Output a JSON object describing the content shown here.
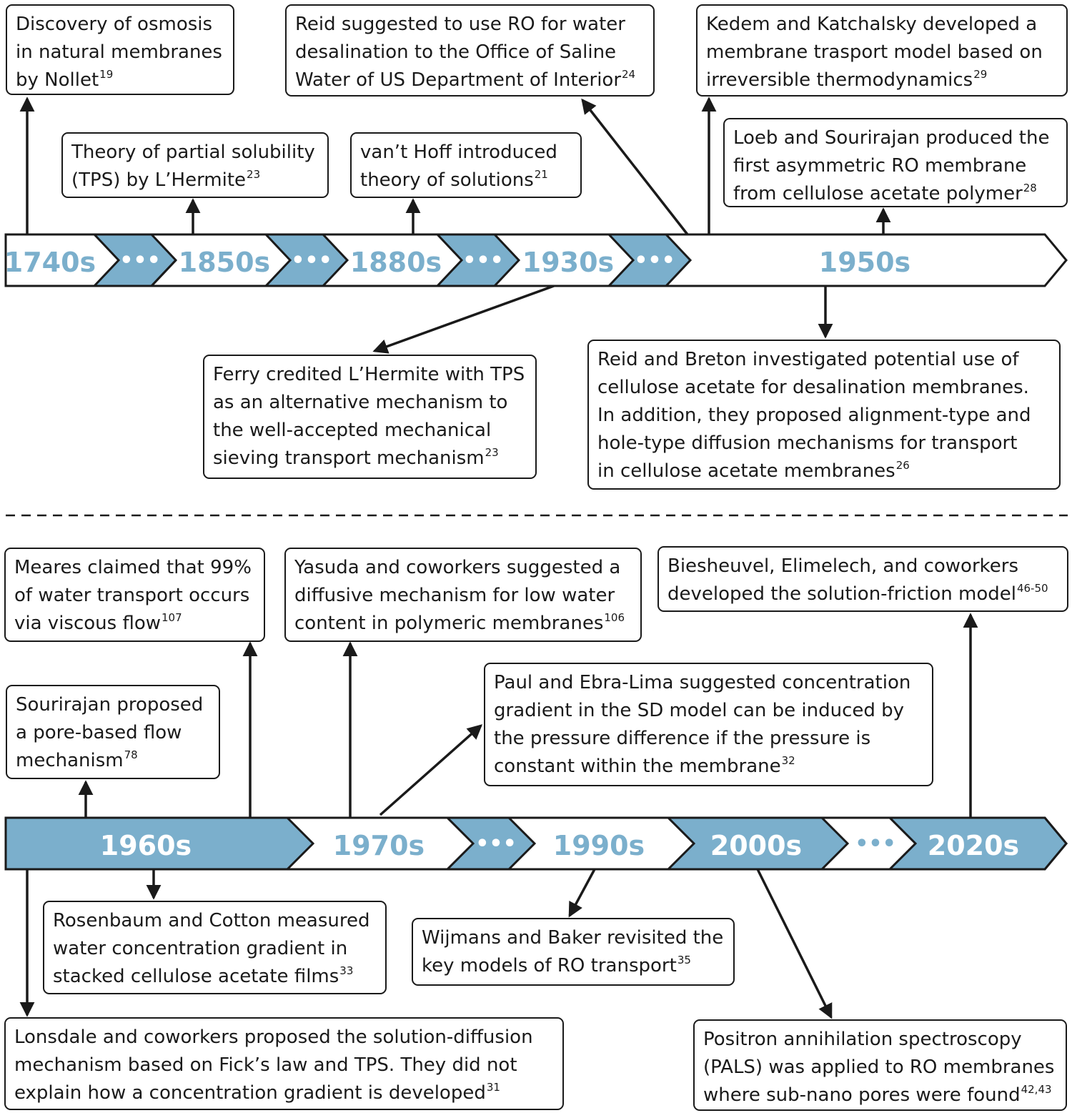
{
  "timeline_top": {
    "eras": [
      {
        "label": "1740s"
      },
      {
        "label": "1850s"
      },
      {
        "label": "1880s"
      },
      {
        "label": "1930s"
      },
      {
        "label": "1950s"
      }
    ],
    "gap_marker": "•••"
  },
  "timeline_bottom": {
    "eras": [
      {
        "label": "1960s"
      },
      {
        "label": "1970s"
      },
      {
        "label": "1990s"
      },
      {
        "label": "2000s"
      },
      {
        "label": "2020s"
      }
    ],
    "gap_marker": "•••"
  },
  "events": {
    "nollet": {
      "lines": [
        "Discovery of osmosis",
        "in natural membranes",
        "by Nollet"
      ],
      "ref": "19"
    },
    "reid_ro": {
      "lines": [
        "Reid suggested to use RO for water",
        "desalination to the Office of Saline",
        "Water of US Department of Interior"
      ],
      "ref": "24"
    },
    "kedem": {
      "lines": [
        "Kedem and Katchalsky developed a",
        "membrane trasport model based on",
        "irreversible thermodynamics"
      ],
      "ref": "29"
    },
    "lhermite": {
      "lines": [
        "Theory of partial solubility",
        "(TPS) by L’Hermite"
      ],
      "ref": "23"
    },
    "vanthoff": {
      "lines": [
        "van’t Hoff introduced",
        "theory of solutions"
      ],
      "ref": "21"
    },
    "loeb": {
      "lines": [
        "Loeb and Sourirajan produced the",
        "first asymmetric RO membrane",
        "from cellulose acetate polymer"
      ],
      "ref": "28"
    },
    "ferry": {
      "lines": [
        "Ferry credited L’Hermite with TPS",
        "as an alternative mechanism to",
        "the well-accepted mechanical",
        "sieving transport mechanism"
      ],
      "ref": "23"
    },
    "reid_breton": {
      "lines": [
        "Reid and Breton investigated potential use of",
        "cellulose acetate for desalination membranes.",
        "In addition, they proposed alignment-type and",
        "hole-type diffusion mechanisms for transport",
        "in cellulose acetate membranes"
      ],
      "ref": "26"
    },
    "meares": {
      "lines": [
        "Meares claimed that 99%",
        "of water transport occurs",
        "via viscous flow"
      ],
      "ref": "107"
    },
    "yasuda": {
      "lines": [
        "Yasuda and coworkers suggested a",
        "diffusive mechanism for low water",
        "content in polymeric membranes"
      ],
      "ref": "106"
    },
    "biesheuvel": {
      "lines": [
        "Biesheuvel, Elimelech, and coworkers",
        "developed the solution-friction model"
      ],
      "ref": "46-50"
    },
    "sourirajan": {
      "lines": [
        "Sourirajan proposed",
        "a pore-based flow",
        "mechanism"
      ],
      "ref": "78"
    },
    "paul": {
      "lines": [
        "Paul and Ebra-Lima suggested concentration",
        "gradient in the SD model can be induced by",
        "the pressure difference if the pressure is",
        "constant within the membrane"
      ],
      "ref": "32"
    },
    "rosenbaum": {
      "lines": [
        "Rosenbaum and Cotton measured",
        "water concentration gradient in",
        "stacked cellulose acetate films"
      ],
      "ref": "33"
    },
    "wijmans": {
      "lines": [
        "Wijmans and Baker revisited the",
        "key models of RO transport"
      ],
      "ref": "35"
    },
    "lonsdale": {
      "lines": [
        "Lonsdale and coworkers proposed the solution-diffusion",
        "mechanism based on Fick’s law and TPS. They did not",
        "explain how a concentration gradient is developed"
      ],
      "ref": "31"
    },
    "pals": {
      "lines": [
        "Positron annihilation spectroscopy",
        "(PALS) was applied to RO membranes",
        "where sub-nano pores were found"
      ],
      "ref": "42,43"
    }
  },
  "colors": {
    "accent": "#7bafcc",
    "ink": "#1a1a1a"
  }
}
